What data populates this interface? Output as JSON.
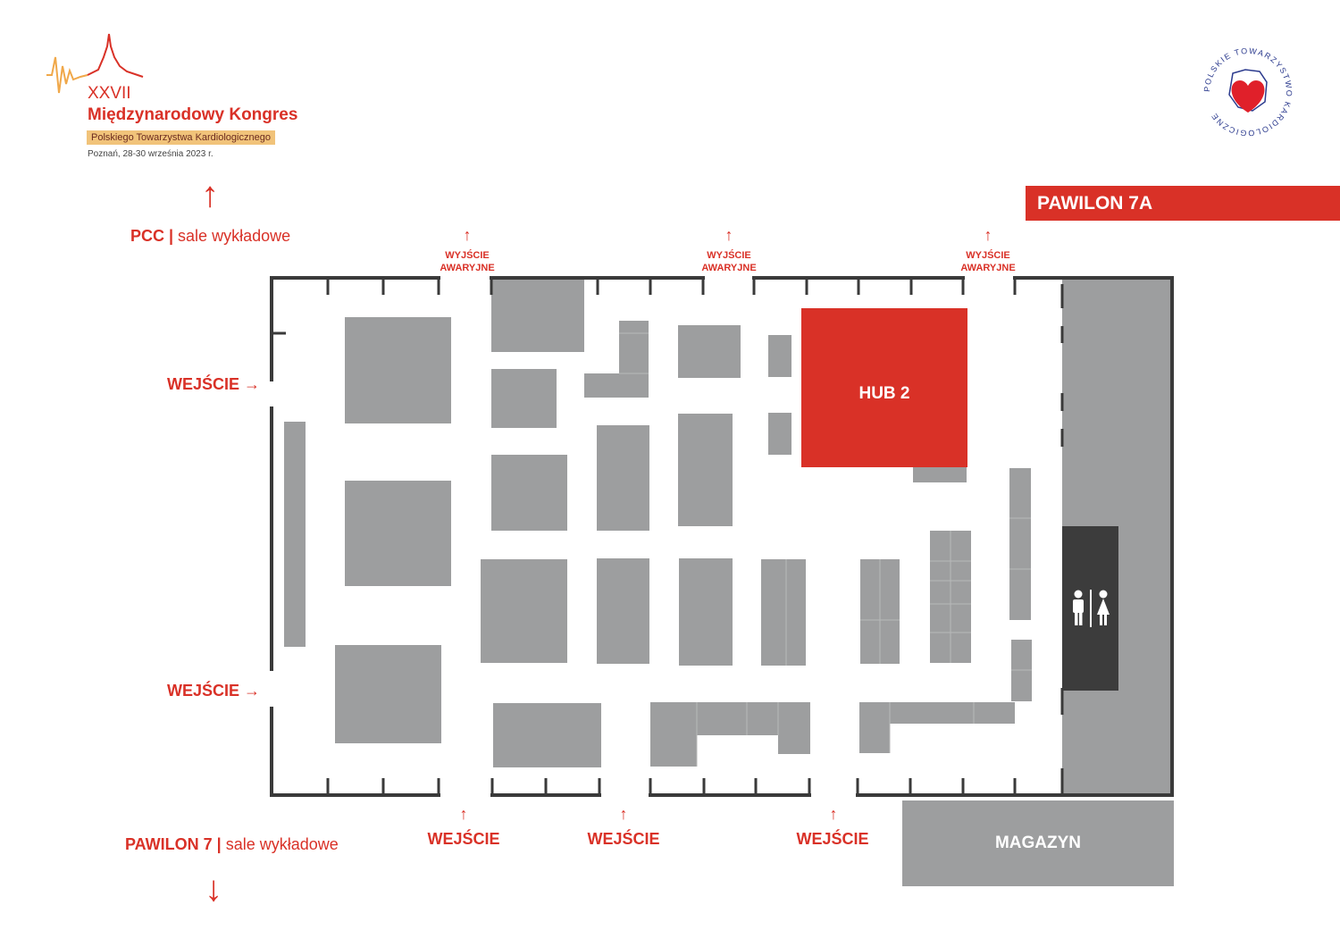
{
  "header": {
    "edition": "XXVII",
    "title": "Międzynarodowy Kongres",
    "subtitle": "Polskiego Towarzystwa Kardiologicznego",
    "date": "Poznań, 28-30 września 2023 r.",
    "society_seal_text": "POLSKIE TOWARZYSTWO KARDIOLOGICZNE"
  },
  "pavilion_tag": "PAWILON 7A",
  "directions": {
    "top": {
      "bold": "PCC |",
      "plain": " sale wykładowe"
    },
    "bottom": {
      "bold": "PAWILON 7 |",
      "plain": " sale wykładowe"
    }
  },
  "labels": {
    "left_entry": "WEJŚCIE →",
    "emergency_exit_line1": "WYJŚCIE",
    "emergency_exit_line2": "AWARYJNE",
    "bottom_entry": "WEJŚCIE",
    "hub": "HUB 2",
    "storage": "MAGAZYN"
  },
  "colors": {
    "accent_red": "#d93127",
    "booth_gray": "#9d9e9f",
    "wall_dark": "#3a3a3a",
    "restroom_dark": "#3c3c3c"
  },
  "icons": [
    "up-arrow-icon",
    "down-arrow-icon",
    "restroom-icon",
    "heart-icon"
  ]
}
